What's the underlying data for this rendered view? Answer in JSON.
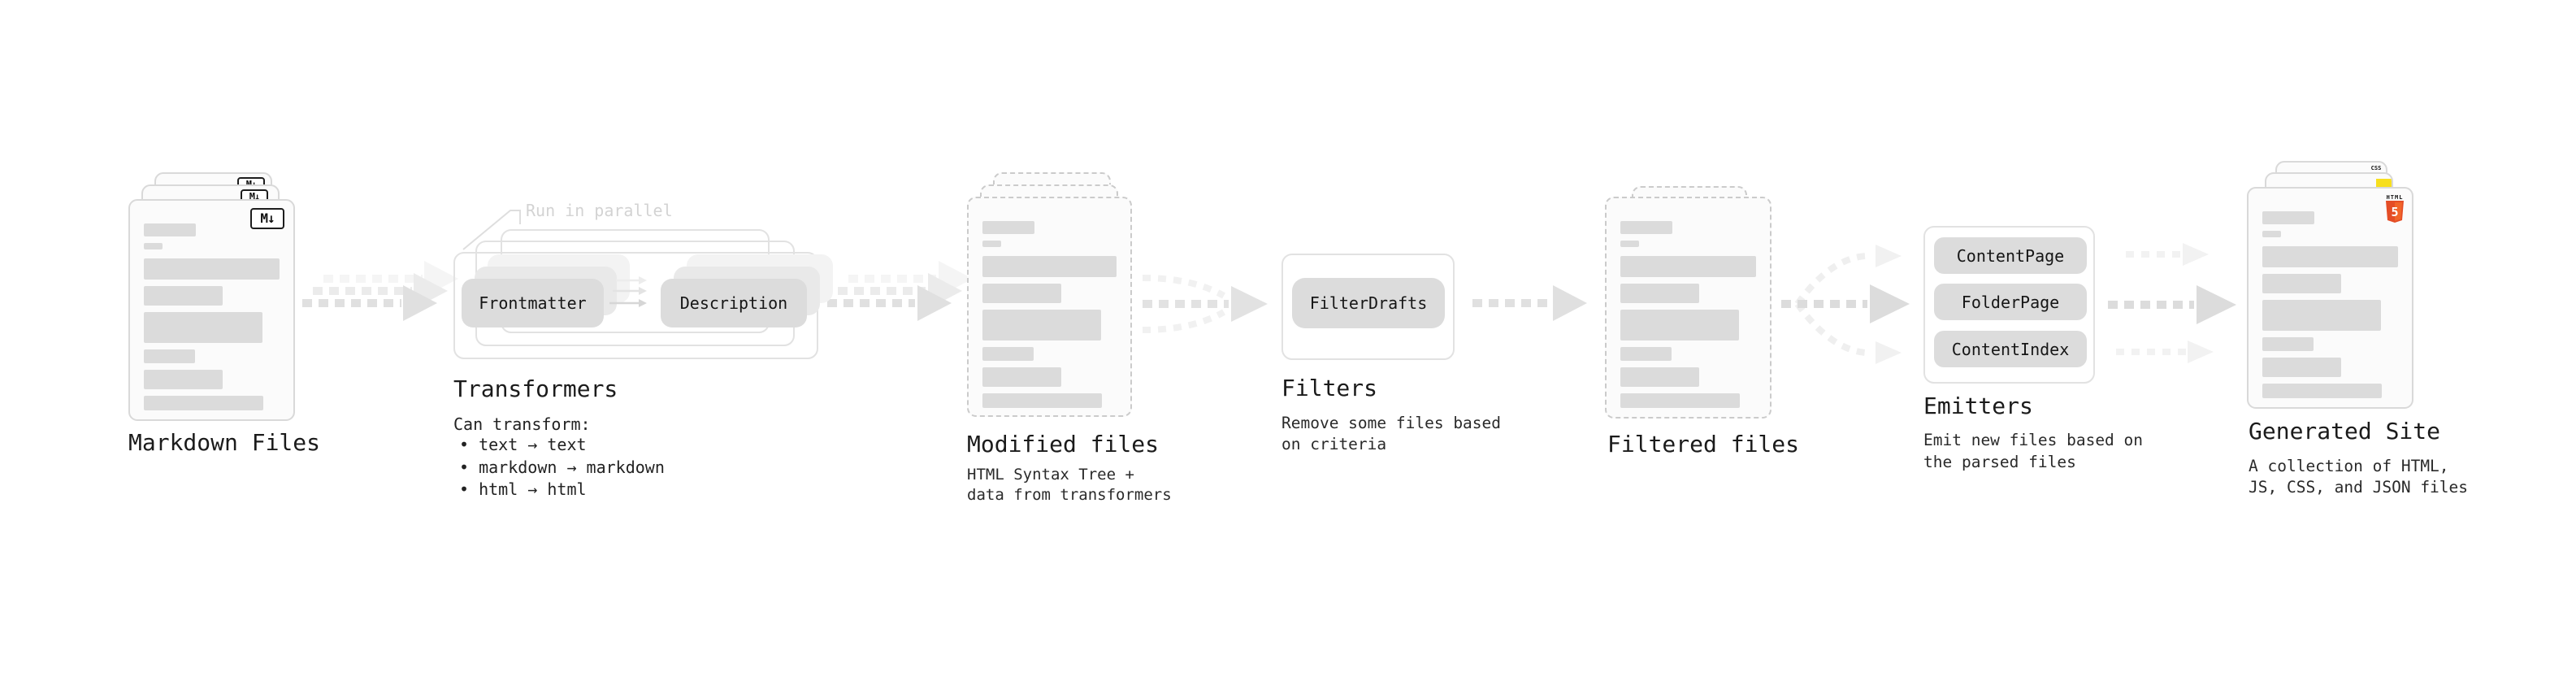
{
  "stages": {
    "markdown_files": {
      "label": "Markdown Files",
      "badge": "M↓"
    },
    "transformers": {
      "label": "Transformers",
      "annotation": "Run in parallel",
      "nodes": [
        "Frontmatter",
        "Description"
      ],
      "note_title": "Can transform:",
      "bullets": "• text → text\n• markdown → markdown\n• html → html"
    },
    "modified_files": {
      "label": "Modified files",
      "description": "HTML Syntax Tree +\ndata from transformers"
    },
    "filters": {
      "label": "Filters",
      "nodes": [
        "FilterDrafts"
      ],
      "description": "Remove some files based\non criteria"
    },
    "filtered_files": {
      "label": "Filtered files"
    },
    "emitters": {
      "label": "Emitters",
      "nodes": [
        "ContentPage",
        "FolderPage",
        "ContentIndex"
      ],
      "description": "Emit new files based on\nthe parsed files"
    },
    "generated_site": {
      "label": "Generated Site",
      "description": "A collection of HTML,\nJS, CSS, and JSON files",
      "html5_badge": {
        "word": "HTML",
        "numeral": "5"
      },
      "css_badge": "CSS"
    }
  },
  "colors": {
    "card_border": "#d9d9d9",
    "dashed_border": "#cbcbcb",
    "skeleton_bar": "#dbdbdb",
    "node_pill": "#dcdcdc",
    "arrow": "#e0e0e0",
    "annotation_text": "#d3d3d3",
    "html5_shield": "#e44d26",
    "html5_shield_light": "#f16529",
    "js_badge": "#f7df1e",
    "css_badge_bar": "#2965f1"
  }
}
